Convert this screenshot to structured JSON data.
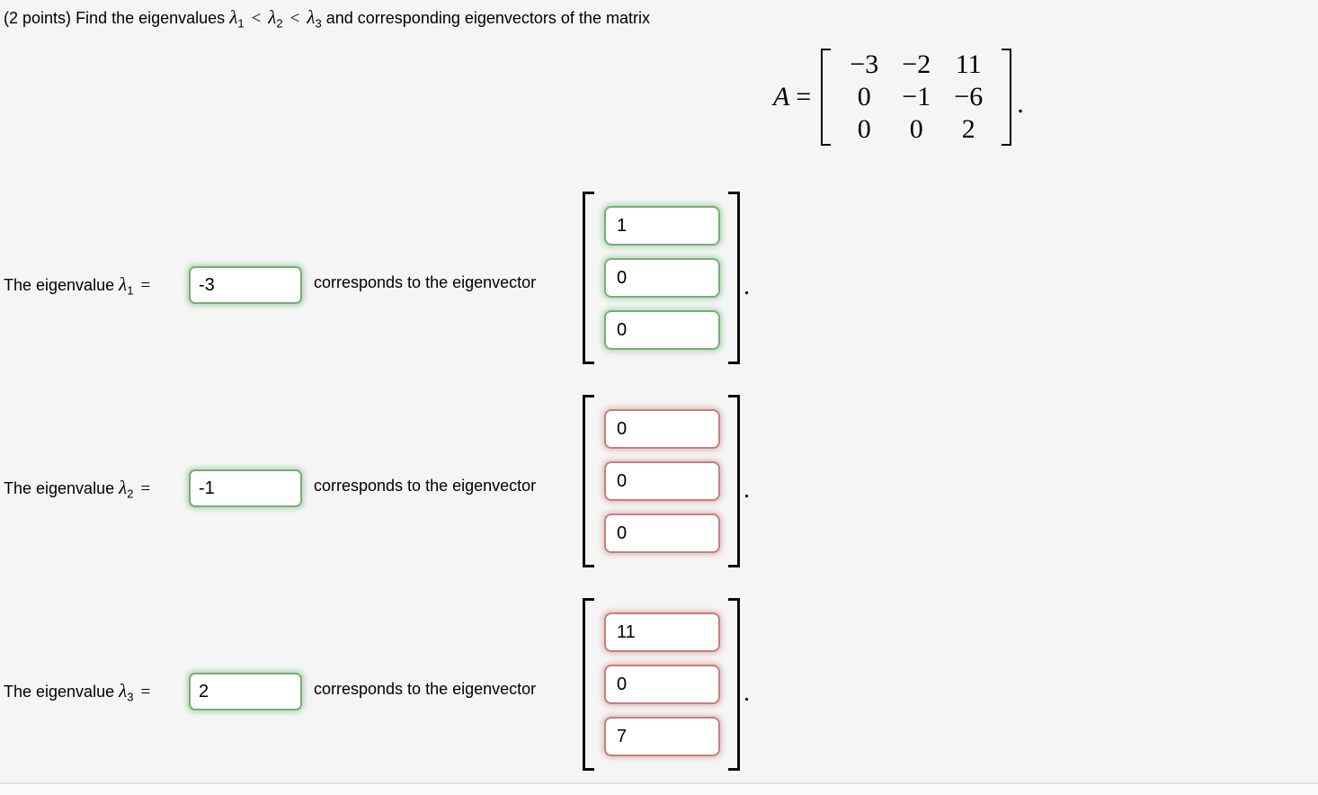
{
  "problem": {
    "points": "(2 points)",
    "find_text": "Find the eigenvalues",
    "math": {
      "l1": "λ",
      "s1": "1",
      "lt1": "<",
      "l2": "λ",
      "s2": "2",
      "lt2": "<",
      "l3": "λ",
      "s3": "3"
    },
    "rest_text": "and corresponding eigenvectors of the matrix"
  },
  "matrix": {
    "label": "A",
    "equals": "=",
    "rows": [
      [
        "−3",
        "−2",
        "11"
      ],
      [
        "0",
        "−1",
        "−6"
      ],
      [
        "0",
        "0",
        "2"
      ]
    ],
    "period": "."
  },
  "rows": [
    {
      "label_text": "The eigenvalue",
      "lambda": "λ",
      "lambda_sub": "1",
      "equals_sign": "=",
      "eigenvalue_value": "-3",
      "eigenvalue_status": "correct",
      "middle_text": "corresponds to the eigenvector",
      "vector_values": [
        "1",
        "0",
        "0"
      ],
      "vector_status": "correct",
      "period": "."
    },
    {
      "label_text": "The eigenvalue",
      "lambda": "λ",
      "lambda_sub": "2",
      "equals_sign": "=",
      "eigenvalue_value": "-1",
      "eigenvalue_status": "correct",
      "middle_text": "corresponds to the eigenvector",
      "vector_values": [
        "0",
        "0",
        "0"
      ],
      "vector_status": "incorrect",
      "period": "."
    },
    {
      "label_text": "The eigenvalue",
      "lambda": "λ",
      "lambda_sub": "3",
      "equals_sign": "=",
      "eigenvalue_value": "2",
      "eigenvalue_status": "correct",
      "middle_text": "corresponds to the eigenvector",
      "vector_values": [
        "11",
        "0",
        "7"
      ],
      "vector_status": "incorrect",
      "period": "."
    }
  ],
  "colors": {
    "background": "#f5f5f6",
    "correct_border": "#7cab7c",
    "incorrect_border": "#c28080",
    "text": "#000000",
    "divider": "#e1e1e2"
  }
}
